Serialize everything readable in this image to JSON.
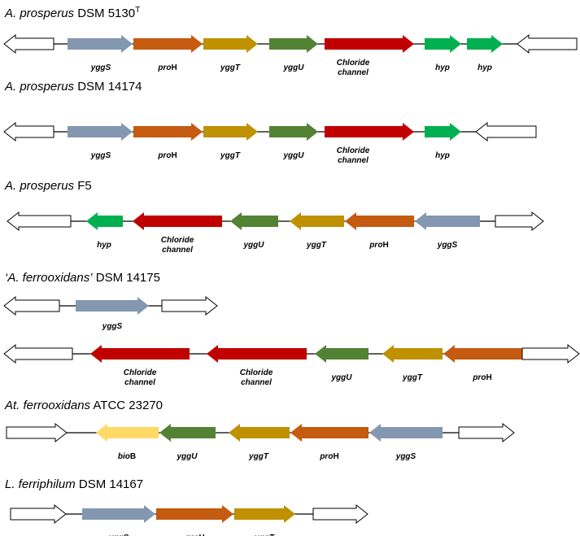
{
  "colors": {
    "yggS": "#8497b0",
    "proH": "#c55a11",
    "yggT": "#bf9000",
    "yggU": "#548235",
    "chloride": "#c00000",
    "hyp": "#00b050",
    "bioB": "#ffd966",
    "flank": "#ffffff",
    "stroke": "#000000"
  },
  "panels": [
    {
      "title": {
        "italic": "A. prosperus",
        "rest": " DSM 5130",
        "sup": "T"
      },
      "tracks": [
        {
          "genes": [
            {
              "type": "flank",
              "label": ""
            },
            {
              "type": "yggS",
              "label": "yggS"
            },
            {
              "type": "proH",
              "label": "proH"
            },
            {
              "type": "yggT",
              "label": "yggT"
            },
            {
              "type": "yggU",
              "label": "yggU"
            },
            {
              "type": "chloride",
              "label": "Chloride channel"
            },
            {
              "type": "hyp",
              "label": "hyp"
            },
            {
              "type": "hyp",
              "label": "hyp"
            },
            {
              "type": "flank",
              "label": ""
            }
          ]
        }
      ]
    },
    {
      "title": {
        "italic": "A. prosperus",
        "rest": " DSM 14174",
        "sup": ""
      },
      "tracks": [
        {
          "genes": [
            {
              "type": "flank",
              "label": ""
            },
            {
              "type": "yggS",
              "label": "yggS"
            },
            {
              "type": "proH",
              "label": "proH"
            },
            {
              "type": "yggT",
              "label": "yggT"
            },
            {
              "type": "yggU",
              "label": "yggU"
            },
            {
              "type": "chloride",
              "label": "Chloride channel"
            },
            {
              "type": "hyp",
              "label": "hyp"
            },
            {
              "type": "flank",
              "label": ""
            }
          ]
        }
      ]
    },
    {
      "title": {
        "italic": "A. prosperus",
        "rest": " F5",
        "sup": ""
      },
      "tracks": [
        {
          "genes": [
            {
              "type": "flank",
              "label": ""
            },
            {
              "type": "hyp",
              "label": "hyp"
            },
            {
              "type": "chloride",
              "label": "Chloride channel"
            },
            {
              "type": "yggU",
              "label": "yggU"
            },
            {
              "type": "yggT",
              "label": "yggT"
            },
            {
              "type": "proH",
              "label": "proH"
            },
            {
              "type": "yggS",
              "label": "yggS"
            },
            {
              "type": "flank",
              "label": ""
            }
          ]
        }
      ]
    },
    {
      "title": {
        "italic": "‘A. ferrooxidans’",
        "rest": " DSM 14175",
        "sup": ""
      },
      "tracks": [
        {
          "genes": [
            {
              "type": "flank",
              "label": ""
            },
            {
              "type": "yggS",
              "label": "yggS"
            },
            {
              "type": "flank",
              "label": ""
            }
          ]
        },
        {
          "genes": [
            {
              "type": "flank",
              "label": ""
            },
            {
              "type": "chloride",
              "label": "Chloride channel"
            },
            {
              "type": "chloride",
              "label": "Chloride channel"
            },
            {
              "type": "yggU",
              "label": "yggU"
            },
            {
              "type": "yggT",
              "label": "yggT"
            },
            {
              "type": "proH",
              "label": "proH"
            },
            {
              "type": "flank",
              "label": ""
            }
          ]
        }
      ]
    },
    {
      "title": {
        "italic": "At. ferrooxidans",
        "rest": " ATCC 23270",
        "sup": ""
      },
      "tracks": [
        {
          "genes": [
            {
              "type": "flank",
              "label": ""
            },
            {
              "type": "bioB",
              "label": "bioB"
            },
            {
              "type": "yggU",
              "label": "yggU"
            },
            {
              "type": "yggT",
              "label": "yggT"
            },
            {
              "type": "proH",
              "label": "proH"
            },
            {
              "type": "yggS",
              "label": "yggS"
            },
            {
              "type": "flank",
              "label": ""
            }
          ]
        }
      ]
    },
    {
      "title": {
        "italic": "L. ferriphilum",
        "rest": " DSM 14167",
        "sup": ""
      },
      "tracks": [
        {
          "genes": [
            {
              "type": "flank",
              "label": ""
            },
            {
              "type": "yggS",
              "label": "yggS"
            },
            {
              "type": "proH",
              "label": "proH"
            },
            {
              "type": "yggT",
              "label": "yggT"
            },
            {
              "type": "flank",
              "label": ""
            }
          ]
        }
      ]
    }
  ]
}
